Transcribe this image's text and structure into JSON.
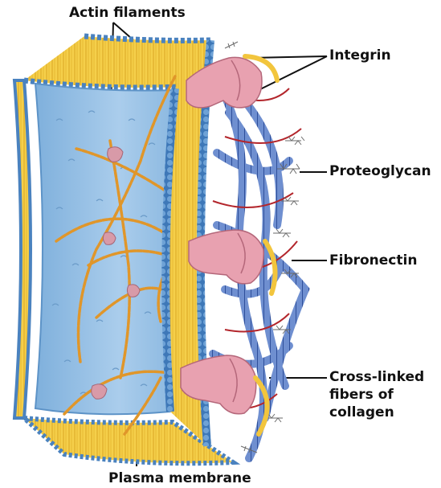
{
  "labels": {
    "actin_filaments": "Actin filaments",
    "integrin": "Integrin",
    "proteoglycan": "Proteoglycan",
    "fibronectin": "Fibronectin",
    "collagen": [
      "Cross-linked",
      "fibers of",
      "collagen"
    ],
    "plasma_membrane": "Plasma membrane"
  },
  "colors": {
    "cytoplasm": "#9cc3e6",
    "membrane_head": "#5a8fc4",
    "membrane_tail": "#f2c53d",
    "actin": "#e29a2a",
    "integrin": "#e8a1b0",
    "collagen": "#6a86c8",
    "fibronectin": "#b3262c"
  }
}
